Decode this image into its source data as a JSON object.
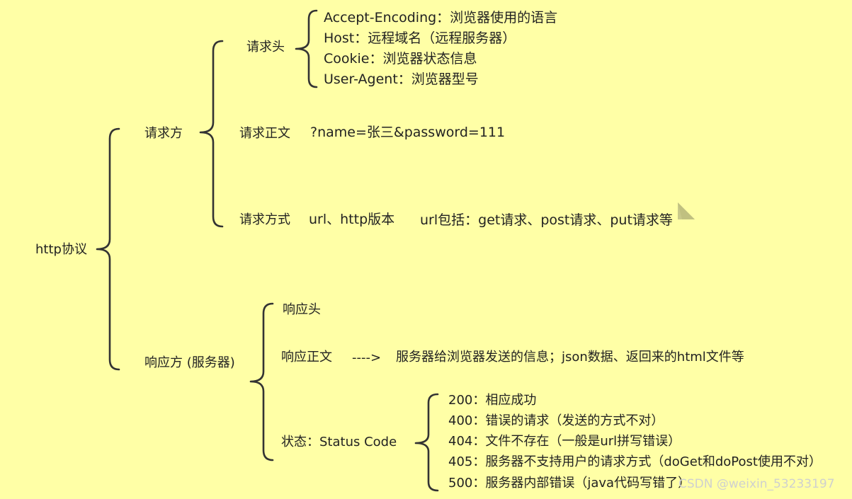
{
  "root": "http协议",
  "request": {
    "label": "请求方",
    "header": {
      "label": "请求头",
      "items": [
        "Accept-Encoding：浏览器使用的语言",
        "Host：远程域名（远程服务器）",
        "Cookie：浏览器状态信息",
        "User-Agent：浏览器型号"
      ]
    },
    "body": {
      "label": "请求正文",
      "value": "?name=张三&password=111"
    },
    "method": {
      "label": "请求方式",
      "value": "url、http版本",
      "note": "url包括：get请求、post请求、put请求等"
    }
  },
  "response": {
    "label": "响应方 (服务器)",
    "header": {
      "label": "响应头"
    },
    "body": {
      "label": "响应正文",
      "arrow": "---->",
      "value": "服务器给浏览器发送的信息；json数据、返回来的html文件等"
    },
    "status": {
      "label": "状态：Status Code",
      "items": [
        "200：相应成功",
        "400：错误的请求（发送的方式不对）",
        "404：文件不存在（一般是url拼写错误）",
        "405：服务器不支持用户的请求方式（doGet和doPost使用不对）",
        "500：服务器内部错误（java代码写错了）"
      ]
    }
  },
  "watermark": "CSDN @weixin_53233197",
  "colors": {
    "background": "#FFFFA6",
    "bracket": "#333333",
    "text": "#222222"
  }
}
